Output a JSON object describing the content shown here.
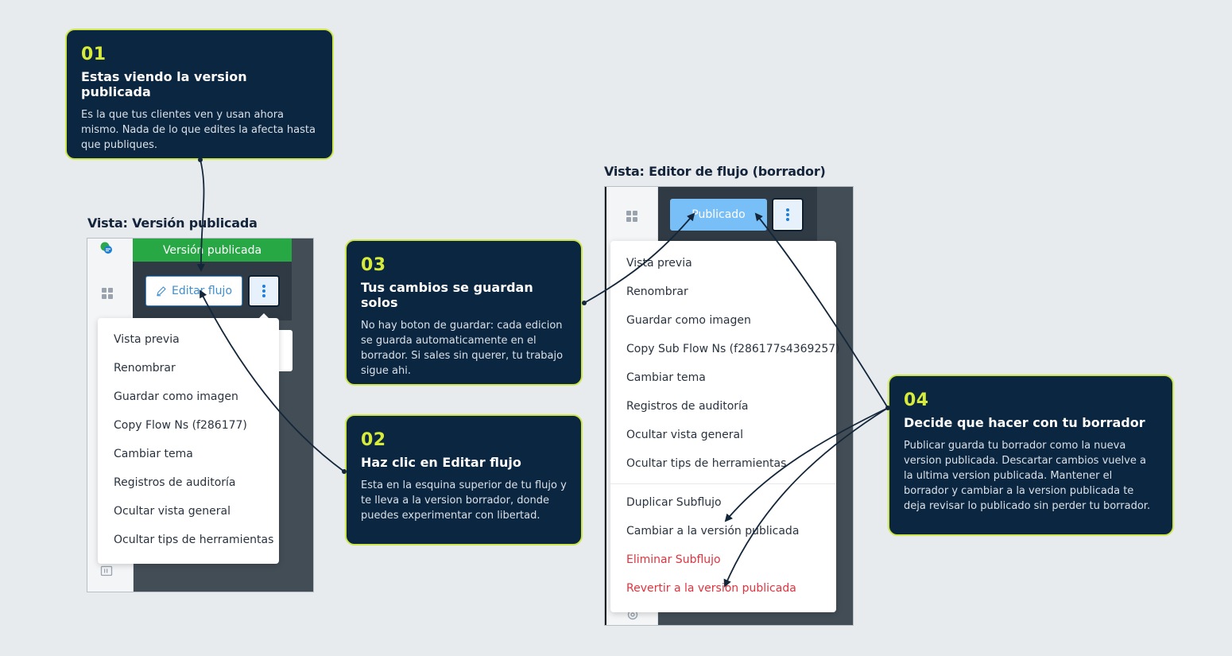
{
  "left_view": {
    "title": "Vista: Versión publicada",
    "banner": "Versión publicada",
    "edit_button": "Editar flujo",
    "menu": [
      "Vista previa",
      "Renombrar",
      "Guardar como imagen",
      "Copy Flow Ns (f286177)",
      "Cambiar tema",
      "Registros de auditoría",
      "Ocultar vista general",
      "Ocultar tips de herramientas"
    ]
  },
  "right_view": {
    "title": "Vista: Editor de flujo (borrador)",
    "publish_button": "Publicado",
    "menu_top": [
      "Vista previa",
      "Renombrar",
      "Guardar como imagen",
      "Copy Sub Flow Ns (f286177s4369257)",
      "Cambiar tema",
      "Registros de auditoría",
      "Ocultar vista general",
      "Ocultar tips de herramientas"
    ],
    "menu_bottom": [
      "Duplicar Subflujo",
      "Cambiar a la versión publicada"
    ],
    "menu_danger": [
      "Eliminar Subflujo",
      "Revertir a la version publicada"
    ]
  },
  "callouts": [
    {
      "num": "01",
      "title": "Estas viendo la version publicada",
      "body": "Es la que tus clientes ven y usan ahora mismo. Nada de lo que edites la afecta hasta que publiques."
    },
    {
      "num": "02",
      "title": "Haz clic en Editar flujo",
      "body": "Esta en la esquina superior de tu flujo y te lleva a la version borrador, donde puedes experimentar con libertad."
    },
    {
      "num": "03",
      "title": "Tus cambios se guardan solos",
      "body": "No hay boton de guardar: cada edicion se guarda automaticamente en el borrador. Si sales sin querer, tu trabajo sigue ahi."
    },
    {
      "num": "04",
      "title": "Decide que hacer con tu borrador",
      "body": "Publicar guarda tu borrador como la nueva version publicada. Descartar cambios vuelve a la ultima version publicada. Mantener el borrador y cambiar a la version publicada te deja revisar lo publicado sin perder tu borrador."
    }
  ],
  "colors": {
    "callout_bg": "#0b2640",
    "callout_border": "#cfe64a",
    "number": "#d7ec3a",
    "banner_green": "#28a745",
    "danger": "#e0343f"
  }
}
